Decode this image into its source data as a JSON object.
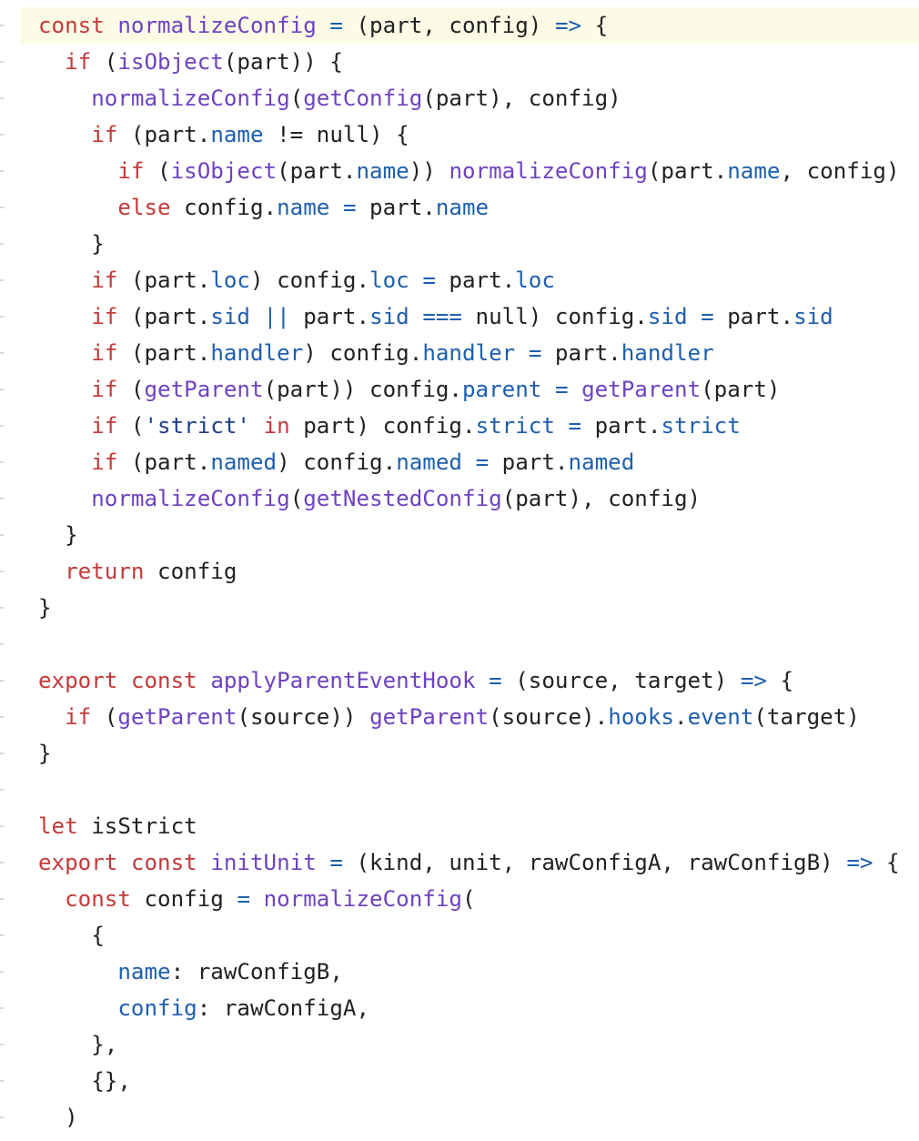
{
  "editor": {
    "current_line_color": "#fcfbe6",
    "lines": [
      [
        {
          "t": "const",
          "c": "keyword"
        },
        {
          "t": " "
        },
        {
          "t": "normalizeConfig",
          "c": "function"
        },
        {
          "t": " "
        },
        {
          "t": "=",
          "c": "operator"
        },
        {
          "t": " (part, config) "
        },
        {
          "t": "=>",
          "c": "operator"
        },
        {
          "t": " {"
        }
      ],
      [
        {
          "t": "  "
        },
        {
          "t": "if",
          "c": "keyword"
        },
        {
          "t": " ("
        },
        {
          "t": "isObject",
          "c": "function"
        },
        {
          "t": "(part)) {"
        }
      ],
      [
        {
          "t": "    "
        },
        {
          "t": "normalizeConfig",
          "c": "function"
        },
        {
          "t": "("
        },
        {
          "t": "getConfig",
          "c": "function"
        },
        {
          "t": "(part), config)"
        }
      ],
      [
        {
          "t": "    "
        },
        {
          "t": "if",
          "c": "keyword"
        },
        {
          "t": " (part."
        },
        {
          "t": "name",
          "c": "property"
        },
        {
          "t": " != null) {"
        }
      ],
      [
        {
          "t": "      "
        },
        {
          "t": "if",
          "c": "keyword"
        },
        {
          "t": " ("
        },
        {
          "t": "isObject",
          "c": "function"
        },
        {
          "t": "(part."
        },
        {
          "t": "name",
          "c": "property"
        },
        {
          "t": ")) "
        },
        {
          "t": "normalizeConfig",
          "c": "function"
        },
        {
          "t": "(part."
        },
        {
          "t": "name",
          "c": "property"
        },
        {
          "t": ", config)"
        }
      ],
      [
        {
          "t": "      "
        },
        {
          "t": "else",
          "c": "keyword"
        },
        {
          "t": " config."
        },
        {
          "t": "name",
          "c": "property"
        },
        {
          "t": " "
        },
        {
          "t": "=",
          "c": "operator"
        },
        {
          "t": " part."
        },
        {
          "t": "name",
          "c": "property"
        }
      ],
      [
        {
          "t": "    }"
        }
      ],
      [
        {
          "t": "    "
        },
        {
          "t": "if",
          "c": "keyword"
        },
        {
          "t": " (part."
        },
        {
          "t": "loc",
          "c": "property"
        },
        {
          "t": ") config."
        },
        {
          "t": "loc",
          "c": "property"
        },
        {
          "t": " "
        },
        {
          "t": "=",
          "c": "operator"
        },
        {
          "t": " part."
        },
        {
          "t": "loc",
          "c": "property"
        }
      ],
      [
        {
          "t": "    "
        },
        {
          "t": "if",
          "c": "keyword"
        },
        {
          "t": " (part."
        },
        {
          "t": "sid",
          "c": "property"
        },
        {
          "t": " "
        },
        {
          "t": "||",
          "c": "operator"
        },
        {
          "t": " part."
        },
        {
          "t": "sid",
          "c": "property"
        },
        {
          "t": " "
        },
        {
          "t": "===",
          "c": "operator"
        },
        {
          "t": " null) config."
        },
        {
          "t": "sid",
          "c": "property"
        },
        {
          "t": " "
        },
        {
          "t": "=",
          "c": "operator"
        },
        {
          "t": " part."
        },
        {
          "t": "sid",
          "c": "property"
        }
      ],
      [
        {
          "t": "    "
        },
        {
          "t": "if",
          "c": "keyword"
        },
        {
          "t": " (part."
        },
        {
          "t": "handler",
          "c": "property"
        },
        {
          "t": ") config."
        },
        {
          "t": "handler",
          "c": "property"
        },
        {
          "t": " "
        },
        {
          "t": "=",
          "c": "operator"
        },
        {
          "t": " part."
        },
        {
          "t": "handler",
          "c": "property"
        }
      ],
      [
        {
          "t": "    "
        },
        {
          "t": "if",
          "c": "keyword"
        },
        {
          "t": " ("
        },
        {
          "t": "getParent",
          "c": "function"
        },
        {
          "t": "(part)) config."
        },
        {
          "t": "parent",
          "c": "property"
        },
        {
          "t": " "
        },
        {
          "t": "=",
          "c": "operator"
        },
        {
          "t": " "
        },
        {
          "t": "getParent",
          "c": "function"
        },
        {
          "t": "(part)"
        }
      ],
      [
        {
          "t": "    "
        },
        {
          "t": "if",
          "c": "keyword"
        },
        {
          "t": " ("
        },
        {
          "t": "'strict'",
          "c": "string"
        },
        {
          "t": " "
        },
        {
          "t": "in",
          "c": "keyword"
        },
        {
          "t": " part) config."
        },
        {
          "t": "strict",
          "c": "property"
        },
        {
          "t": " "
        },
        {
          "t": "=",
          "c": "operator"
        },
        {
          "t": " part."
        },
        {
          "t": "strict",
          "c": "property"
        }
      ],
      [
        {
          "t": "    "
        },
        {
          "t": "if",
          "c": "keyword"
        },
        {
          "t": " (part."
        },
        {
          "t": "named",
          "c": "property"
        },
        {
          "t": ") config."
        },
        {
          "t": "named",
          "c": "property"
        },
        {
          "t": " "
        },
        {
          "t": "=",
          "c": "operator"
        },
        {
          "t": " part."
        },
        {
          "t": "named",
          "c": "property"
        }
      ],
      [
        {
          "t": "    "
        },
        {
          "t": "normalizeConfig",
          "c": "function"
        },
        {
          "t": "("
        },
        {
          "t": "getNestedConfig",
          "c": "function"
        },
        {
          "t": "(part), config)"
        }
      ],
      [
        {
          "t": "  }"
        }
      ],
      [
        {
          "t": "  "
        },
        {
          "t": "return",
          "c": "keyword"
        },
        {
          "t": " config"
        }
      ],
      [
        {
          "t": "}"
        }
      ],
      [],
      [
        {
          "t": "export",
          "c": "keyword"
        },
        {
          "t": " "
        },
        {
          "t": "const",
          "c": "keyword"
        },
        {
          "t": " "
        },
        {
          "t": "applyParentEventHook",
          "c": "function"
        },
        {
          "t": " "
        },
        {
          "t": "=",
          "c": "operator"
        },
        {
          "t": " (source, target) "
        },
        {
          "t": "=>",
          "c": "operator"
        },
        {
          "t": " {"
        }
      ],
      [
        {
          "t": "  "
        },
        {
          "t": "if",
          "c": "keyword"
        },
        {
          "t": " ("
        },
        {
          "t": "getParent",
          "c": "function"
        },
        {
          "t": "(source)) "
        },
        {
          "t": "getParent",
          "c": "function"
        },
        {
          "t": "(source)."
        },
        {
          "t": "hooks",
          "c": "property"
        },
        {
          "t": "."
        },
        {
          "t": "event",
          "c": "property"
        },
        {
          "t": "(target)"
        }
      ],
      [
        {
          "t": "}"
        }
      ],
      [],
      [
        {
          "t": "let",
          "c": "keyword"
        },
        {
          "t": " isStrict"
        }
      ],
      [
        {
          "t": "export",
          "c": "keyword"
        },
        {
          "t": " "
        },
        {
          "t": "const",
          "c": "keyword"
        },
        {
          "t": " "
        },
        {
          "t": "initUnit",
          "c": "function"
        },
        {
          "t": " "
        },
        {
          "t": "=",
          "c": "operator"
        },
        {
          "t": " (kind, unit, rawConfigA, rawConfigB) "
        },
        {
          "t": "=>",
          "c": "operator"
        },
        {
          "t": " {"
        }
      ],
      [
        {
          "t": "  "
        },
        {
          "t": "const",
          "c": "keyword"
        },
        {
          "t": " config "
        },
        {
          "t": "=",
          "c": "operator"
        },
        {
          "t": " "
        },
        {
          "t": "normalizeConfig",
          "c": "function"
        },
        {
          "t": "("
        }
      ],
      [
        {
          "t": "    {"
        }
      ],
      [
        {
          "t": "      "
        },
        {
          "t": "name",
          "c": "property"
        },
        {
          "t": ": rawConfigB,"
        }
      ],
      [
        {
          "t": "      "
        },
        {
          "t": "config",
          "c": "property"
        },
        {
          "t": ": rawConfigA,"
        }
      ],
      [
        {
          "t": "    },"
        }
      ],
      [
        {
          "t": "    {},"
        }
      ],
      [
        {
          "t": "  )"
        }
      ]
    ]
  }
}
